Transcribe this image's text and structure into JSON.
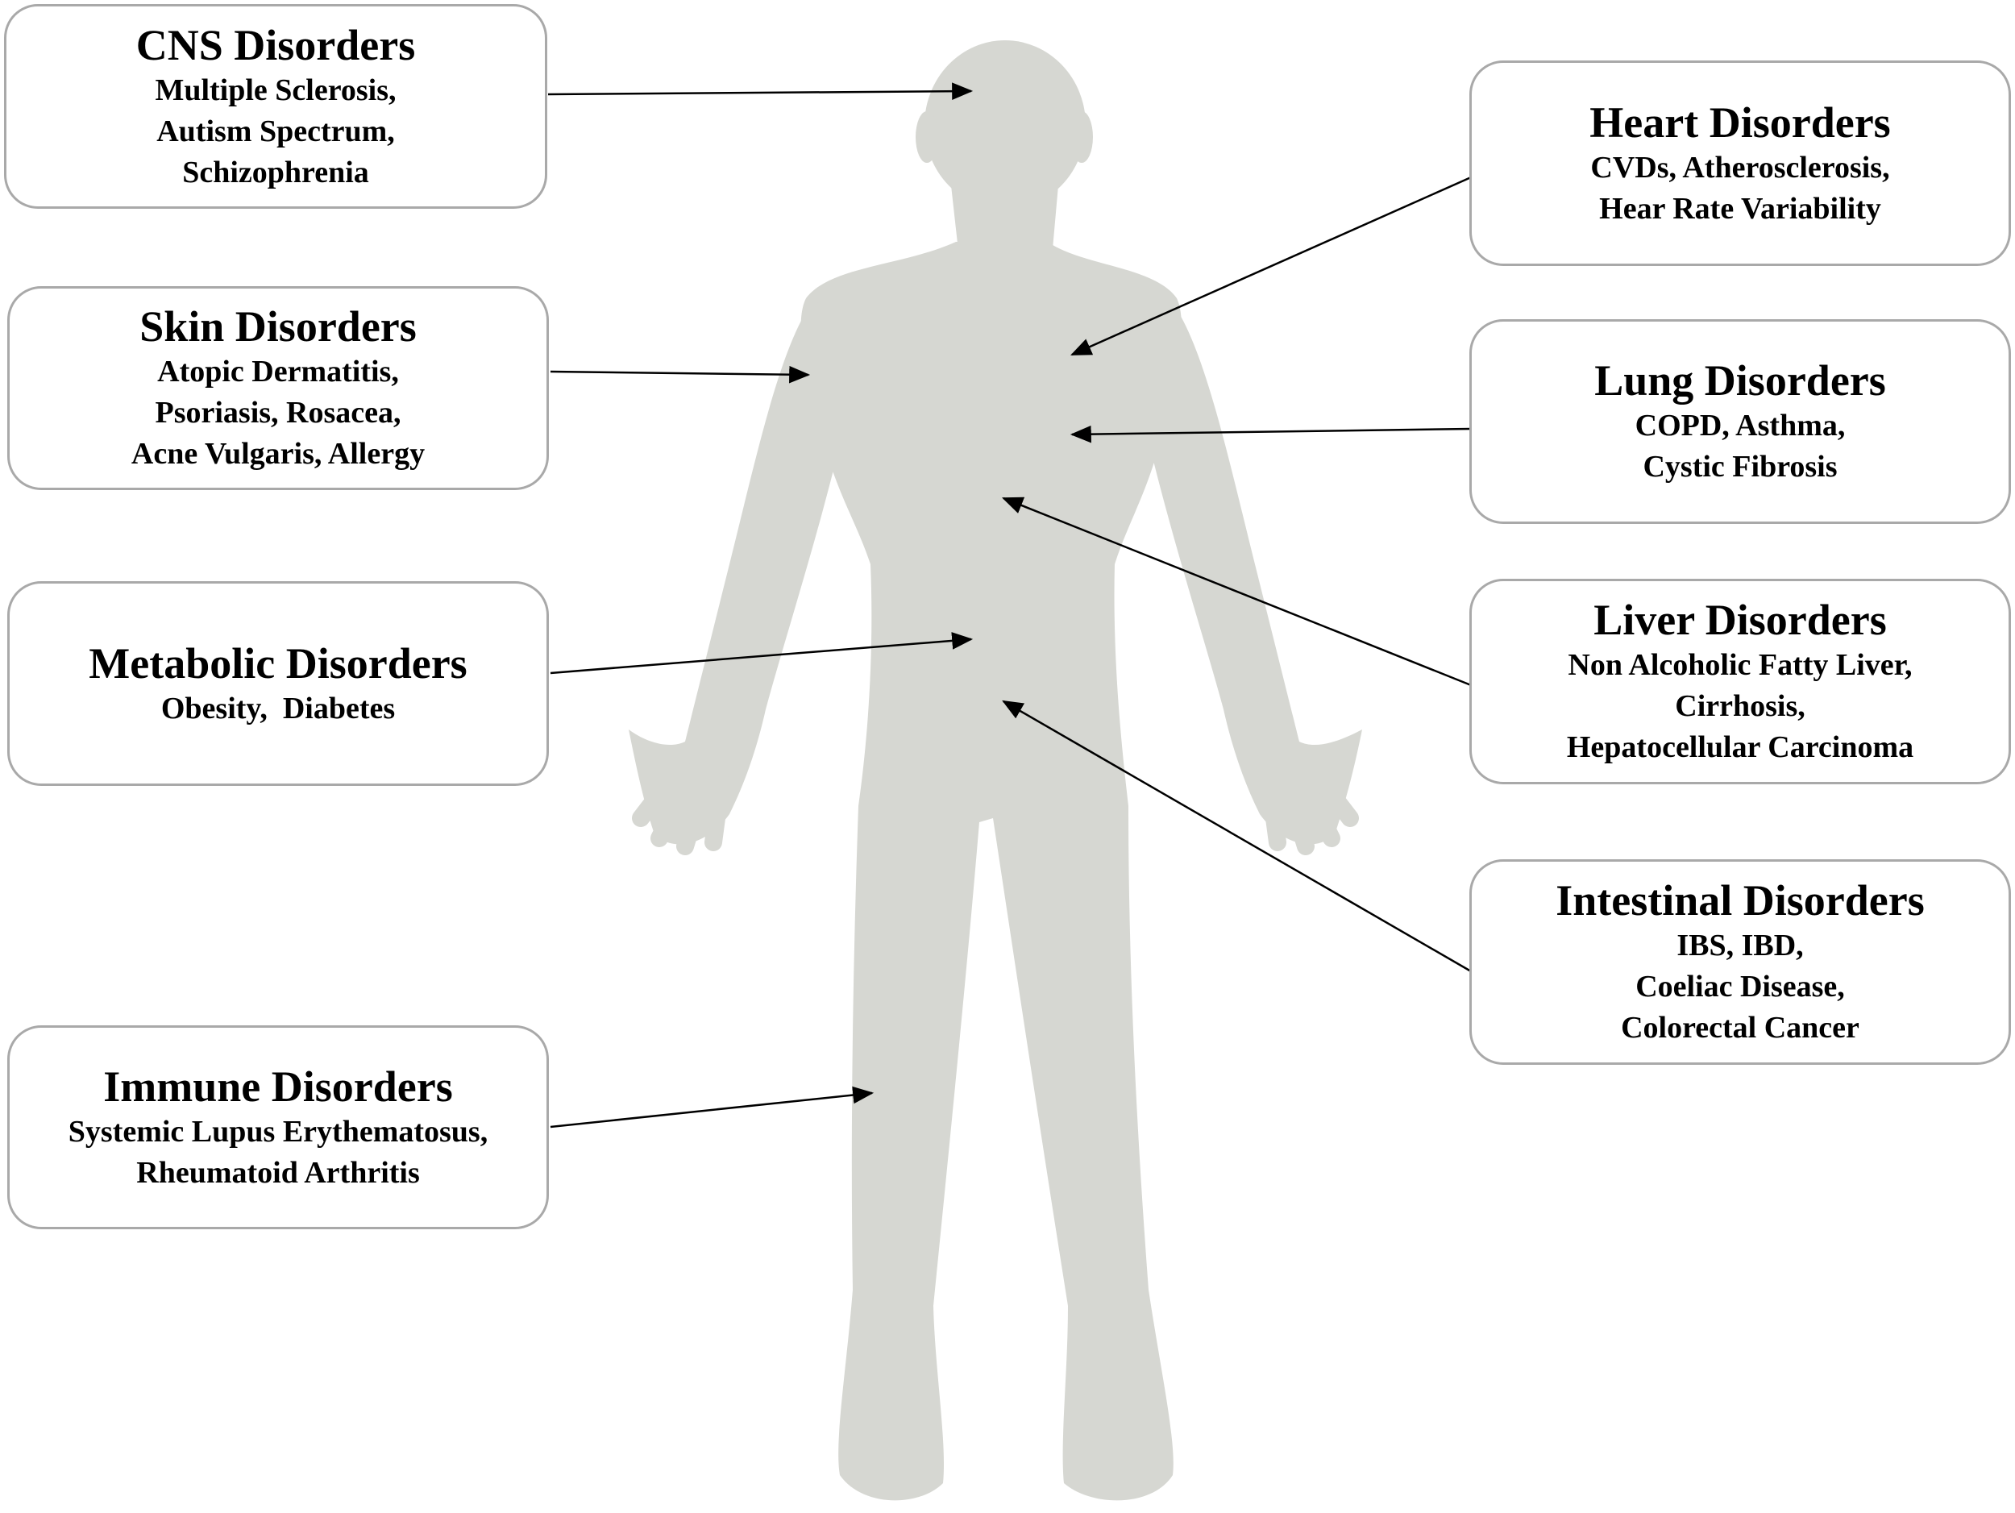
{
  "colors": {
    "body_fill": "#d6d7d2",
    "box_border": "#a9a9a9",
    "arrow": "#000000"
  },
  "boxes": {
    "cns": {
      "title": "CNS Disorders",
      "lines": [
        "Multiple Sclerosis,",
        "Autism Spectrum,",
        "Schizophrenia"
      ]
    },
    "skin": {
      "title": "Skin Disorders",
      "lines": [
        "Atopic Dermatitis,",
        "Psoriasis, Rosacea,",
        "Acne Vulgaris, Allergy"
      ]
    },
    "metabolic": {
      "title": "Metabolic Disorders",
      "lines": [
        "Obesity,  Diabetes"
      ]
    },
    "immune": {
      "title": "Immune Disorders",
      "lines": [
        "Systemic Lupus Erythematosus,",
        "Rheumatoid Arthritis"
      ]
    },
    "heart": {
      "title": "Heart Disorders",
      "lines": [
        "CVDs, Atherosclerosis,",
        "Hear Rate Variability"
      ]
    },
    "lung": {
      "title": "Lung Disorders",
      "lines": [
        "COPD, Asthma,",
        "Cystic Fibrosis"
      ]
    },
    "liver": {
      "title": "Liver Disorders",
      "lines": [
        "Non Alcoholic Fatty Liver,",
        "Cirrhosis,",
        "Hepatocellular Carcinoma"
      ]
    },
    "intestinal": {
      "title": "Intestinal Disorders",
      "lines": [
        "IBS, IBD,",
        "Coeliac Disease,",
        "Colorectal Cancer"
      ]
    }
  }
}
